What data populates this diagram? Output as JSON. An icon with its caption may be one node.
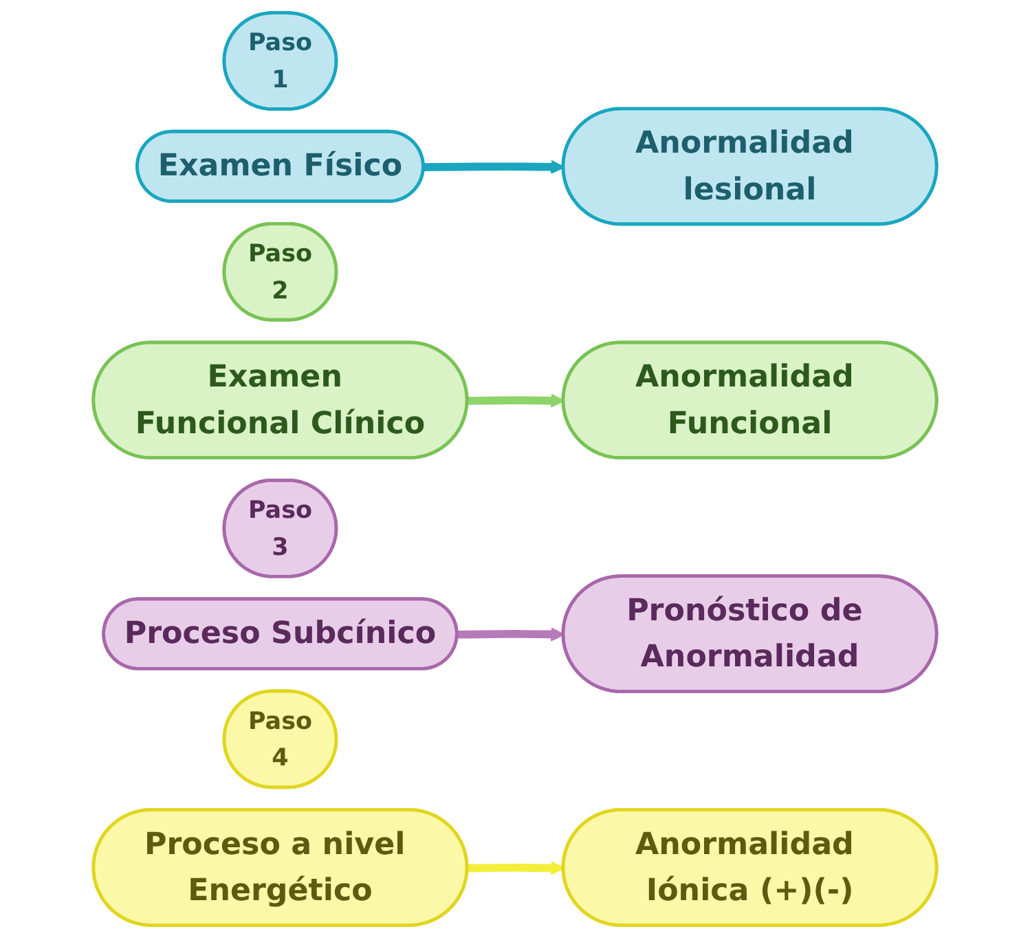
{
  "diagram": {
    "nodes": [
      {
        "text": [
          "Paso",
          "1"
        ]
      },
      {
        "text": [
          "Examen Físico"
        ]
      },
      {
        "text": [
          "Anormalidad lesional"
        ]
      },
      {
        "text": [
          "Paso",
          "2"
        ]
      },
      {
        "text": [
          "Examen Funcional Clínico"
        ]
      },
      {
        "text": [
          "Anormalidad Funcional"
        ]
      },
      {
        "text": [
          "Paso",
          "3"
        ]
      },
      {
        "text": [
          "Proceso Subcínico"
        ]
      },
      {
        "text": [
          "Pronóstico de Anormalidad"
        ]
      },
      {
        "text": [
          "Paso",
          "4"
        ]
      },
      {
        "text": [
          "Proceso a nivel Energético"
        ]
      },
      {
        "text": [
          "Anormalidad Iónica (+)(-)"
        ]
      }
    ],
    "edges": [
      {
        "from": 1,
        "to": 2,
        "arrow": "to",
        "color": "#1aa6bf"
      },
      {
        "from": 4,
        "to": 5,
        "arrow": "to",
        "color": "#8fd46a"
      },
      {
        "from": 7,
        "to": 8,
        "arrow": "to",
        "color": "#b77ab9"
      },
      {
        "from": 10,
        "to": 11,
        "arrow": "to",
        "color": "#f4ee3a"
      }
    ]
  }
}
